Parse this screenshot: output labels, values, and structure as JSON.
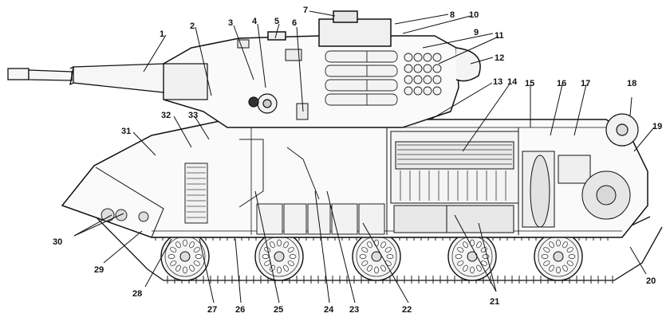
{
  "diagram": {
    "callouts": [
      {
        "id": "c1",
        "label": "1"
      },
      {
        "id": "c2",
        "label": "2"
      },
      {
        "id": "c3",
        "label": "3"
      },
      {
        "id": "c4",
        "label": "4"
      },
      {
        "id": "c5",
        "label": "5"
      },
      {
        "id": "c6",
        "label": "6"
      },
      {
        "id": "c7",
        "label": "7"
      },
      {
        "id": "c8",
        "label": "8"
      },
      {
        "id": "c9",
        "label": "9"
      },
      {
        "id": "c10",
        "label": "10"
      },
      {
        "id": "c11",
        "label": "11"
      },
      {
        "id": "c12",
        "label": "12"
      },
      {
        "id": "c13",
        "label": "13"
      },
      {
        "id": "c14",
        "label": "14"
      },
      {
        "id": "c15",
        "label": "15"
      },
      {
        "id": "c16",
        "label": "16"
      },
      {
        "id": "c17",
        "label": "17"
      },
      {
        "id": "c18",
        "label": "18"
      },
      {
        "id": "c19",
        "label": "19"
      },
      {
        "id": "c20",
        "label": "20"
      },
      {
        "id": "c21",
        "label": "21"
      },
      {
        "id": "c22",
        "label": "22"
      },
      {
        "id": "c23",
        "label": "23"
      },
      {
        "id": "c24",
        "label": "24"
      },
      {
        "id": "c25",
        "label": "25"
      },
      {
        "id": "c26",
        "label": "26"
      },
      {
        "id": "c27",
        "label": "27"
      },
      {
        "id": "c28",
        "label": "28"
      },
      {
        "id": "c29",
        "label": "29"
      },
      {
        "id": "c30",
        "label": "30"
      },
      {
        "id": "c31",
        "label": "31"
      },
      {
        "id": "c32",
        "label": "32"
      },
      {
        "id": "c33",
        "label": "33"
      }
    ]
  }
}
